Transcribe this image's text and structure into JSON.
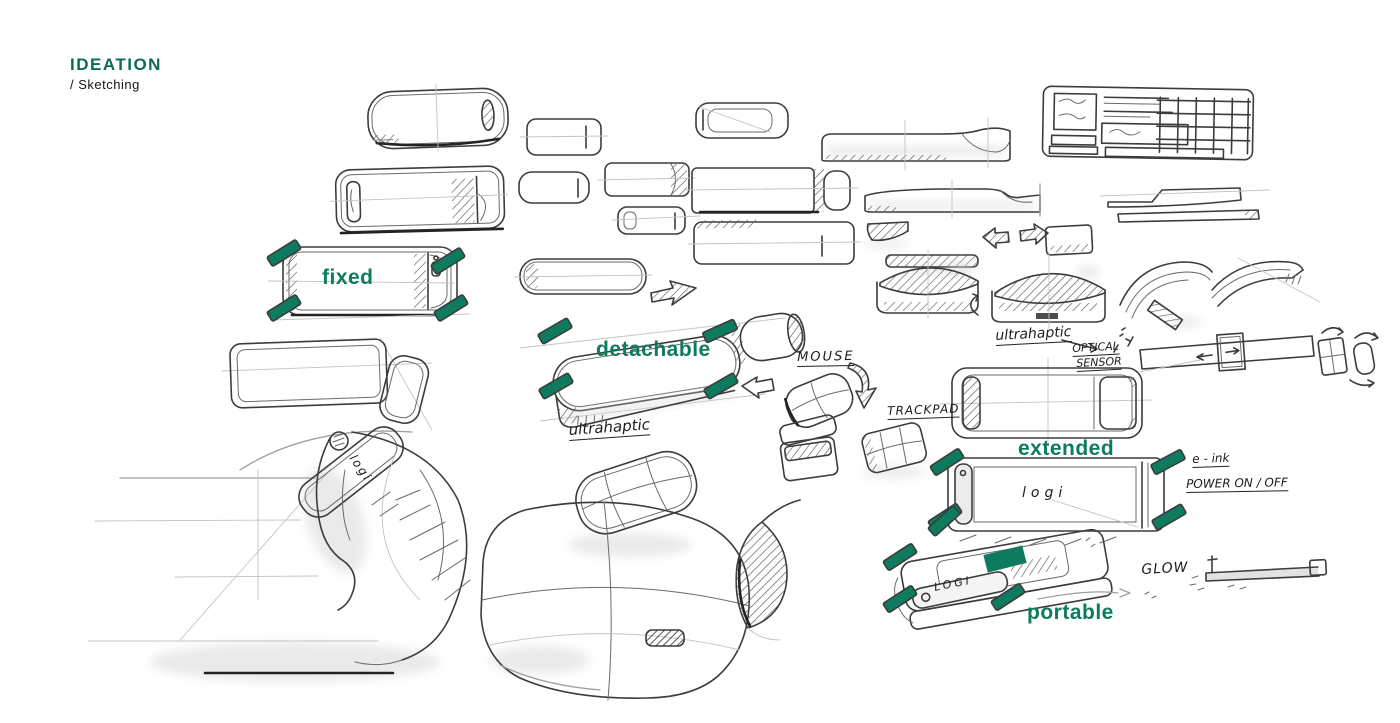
{
  "header": {
    "title": "IDEATION",
    "subtitle": "/ Sketching"
  },
  "colors": {
    "accent_green": "#0E7A5E",
    "sketch_ink": "#3C3C3C",
    "construction_gray": "#C3C3C3",
    "shadow_gray": "#D9D9D9",
    "background": "#FFFFFF"
  },
  "concept_labels": {
    "fixed": "fixed",
    "detachable": "detachable",
    "extended": "extended",
    "portable": "portable"
  },
  "annotations": {
    "mouse": "MOUSE",
    "trackpad": "TRACKPAD",
    "ultrahaptic_center": "ultrahaptic",
    "ultrahaptic_right": "ultrahaptic",
    "optical_line1": "OPTICAL",
    "optical_line2": "SENSOR",
    "e_ink": "e - ink",
    "power_on_off": "POWER ON / OFF",
    "glow": "GLOW",
    "logi_display": "logi",
    "logi_clip": "logi",
    "logi_edge": "LOGI"
  }
}
